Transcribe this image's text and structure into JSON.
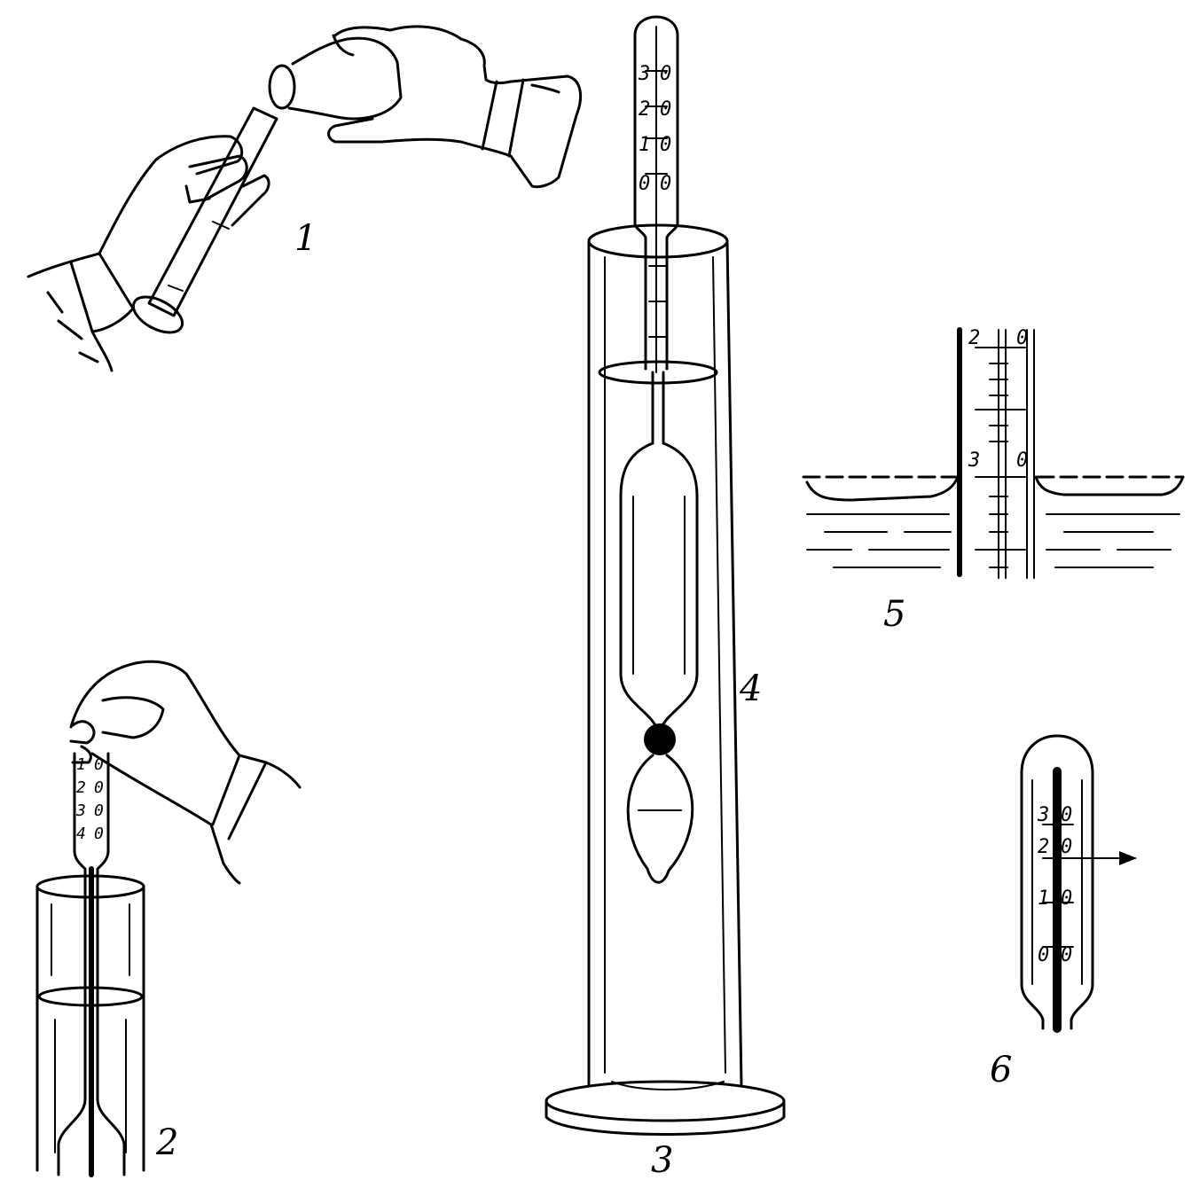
{
  "labels": {
    "step1": "1",
    "step2": "2",
    "step3": "3",
    "step4": "4",
    "step5": "5",
    "step6": "6"
  },
  "hydrometer_scale": [
    "3",
    "0",
    "2",
    "0",
    "1",
    "0",
    "0",
    "0"
  ],
  "small_hydrometer_scale": [
    "1",
    "0",
    "2",
    "0",
    "3",
    "0",
    "4",
    "0"
  ],
  "detail_scale": [
    "2",
    "0",
    "3",
    "0"
  ],
  "thermometer_scale": [
    "3",
    "0",
    "2",
    "0",
    "1",
    "0",
    "0",
    "0"
  ]
}
